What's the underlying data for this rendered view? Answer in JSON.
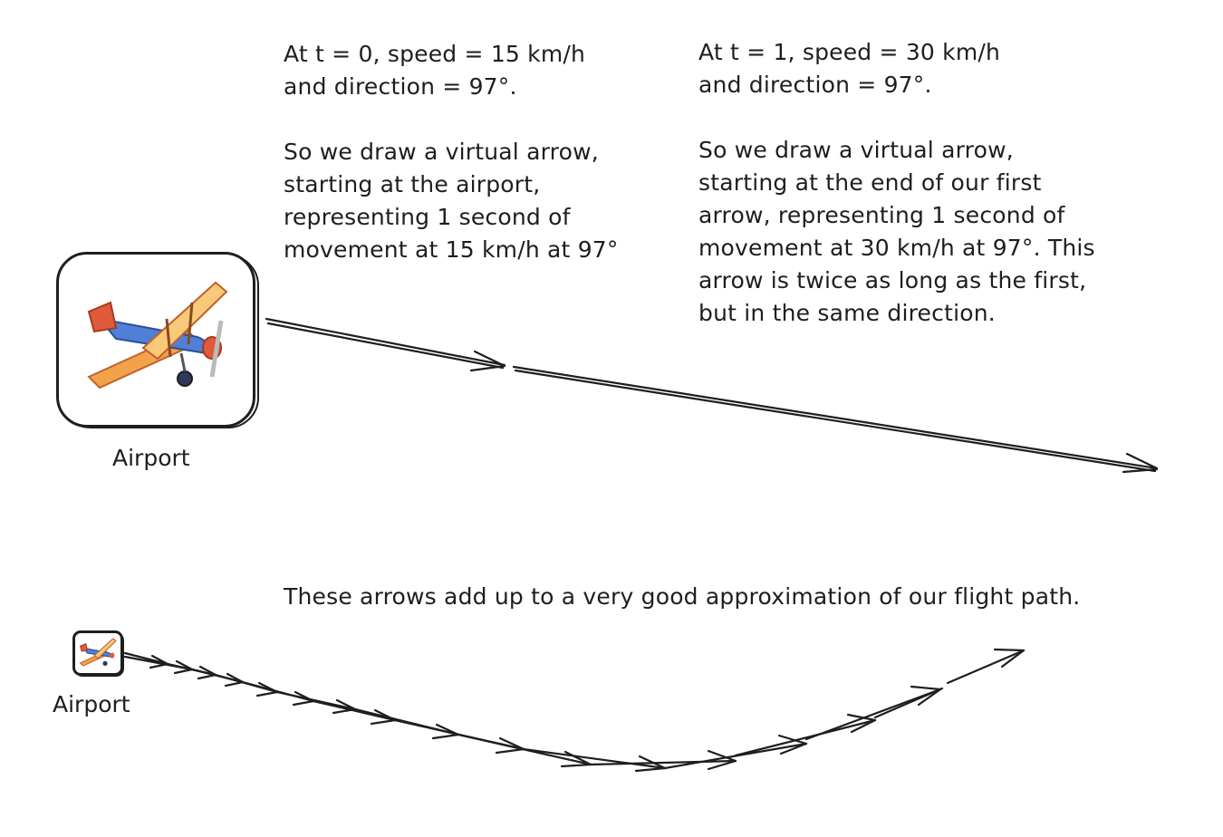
{
  "notes": {
    "t0": "At t = 0, speed = 15 km/h\nand direction = 97°.\n\nSo we draw a virtual arrow,\nstarting at the airport,\nrepresenting 1 second of\nmovement at 15 km/h at 97°",
    "t1": "At t = 1, speed = 30 km/h\nand direction = 97°.\n\nSo we draw a virtual arrow,\nstarting at the end of our first\narrow, representing 1 second of\nmovement at 30 km/h at 97°. This\narrow is twice as long as the first,\nbut in the same direction.",
    "summary": "These arrows add up to a very good approximation of our flight path."
  },
  "airports": {
    "main_label": "Airport",
    "small_label": "Airport"
  },
  "icons": {
    "plane": "biplane-icon"
  },
  "colors": {
    "ink": "#1e1e1e",
    "wing_orange": "#f2a24a",
    "wing_light": "#f9c97a",
    "fuselage_blue": "#4f7fd6",
    "tail_red": "#e05a3c"
  },
  "flight_vectors": {
    "speeds_kmh": [
      15,
      30
    ],
    "direction_deg": 97
  }
}
